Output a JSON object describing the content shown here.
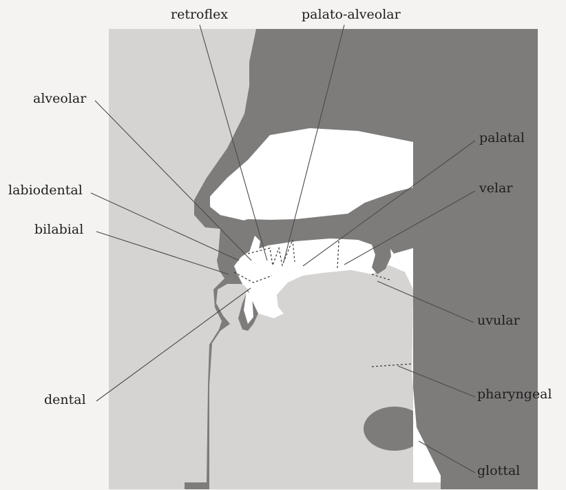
{
  "labels": {
    "retroflex": "retroflex",
    "palato_alveolar": "palato-alveolar",
    "alveolar": "alveolar",
    "palatal": "palatal",
    "labiodental": "labiodental",
    "velar": "velar",
    "bilabial": "bilabial",
    "uvular": "uvular",
    "dental": "dental",
    "pharyngeal": "pharyngeal",
    "glottal": "glottal"
  },
  "colors": {
    "page": "#f4f3f1",
    "panel": "#d5d4d2",
    "tissue": "#7e7c7b",
    "cavity": "#ffffff",
    "line": "#4a4a4a",
    "text": "#1e1e1e"
  }
}
